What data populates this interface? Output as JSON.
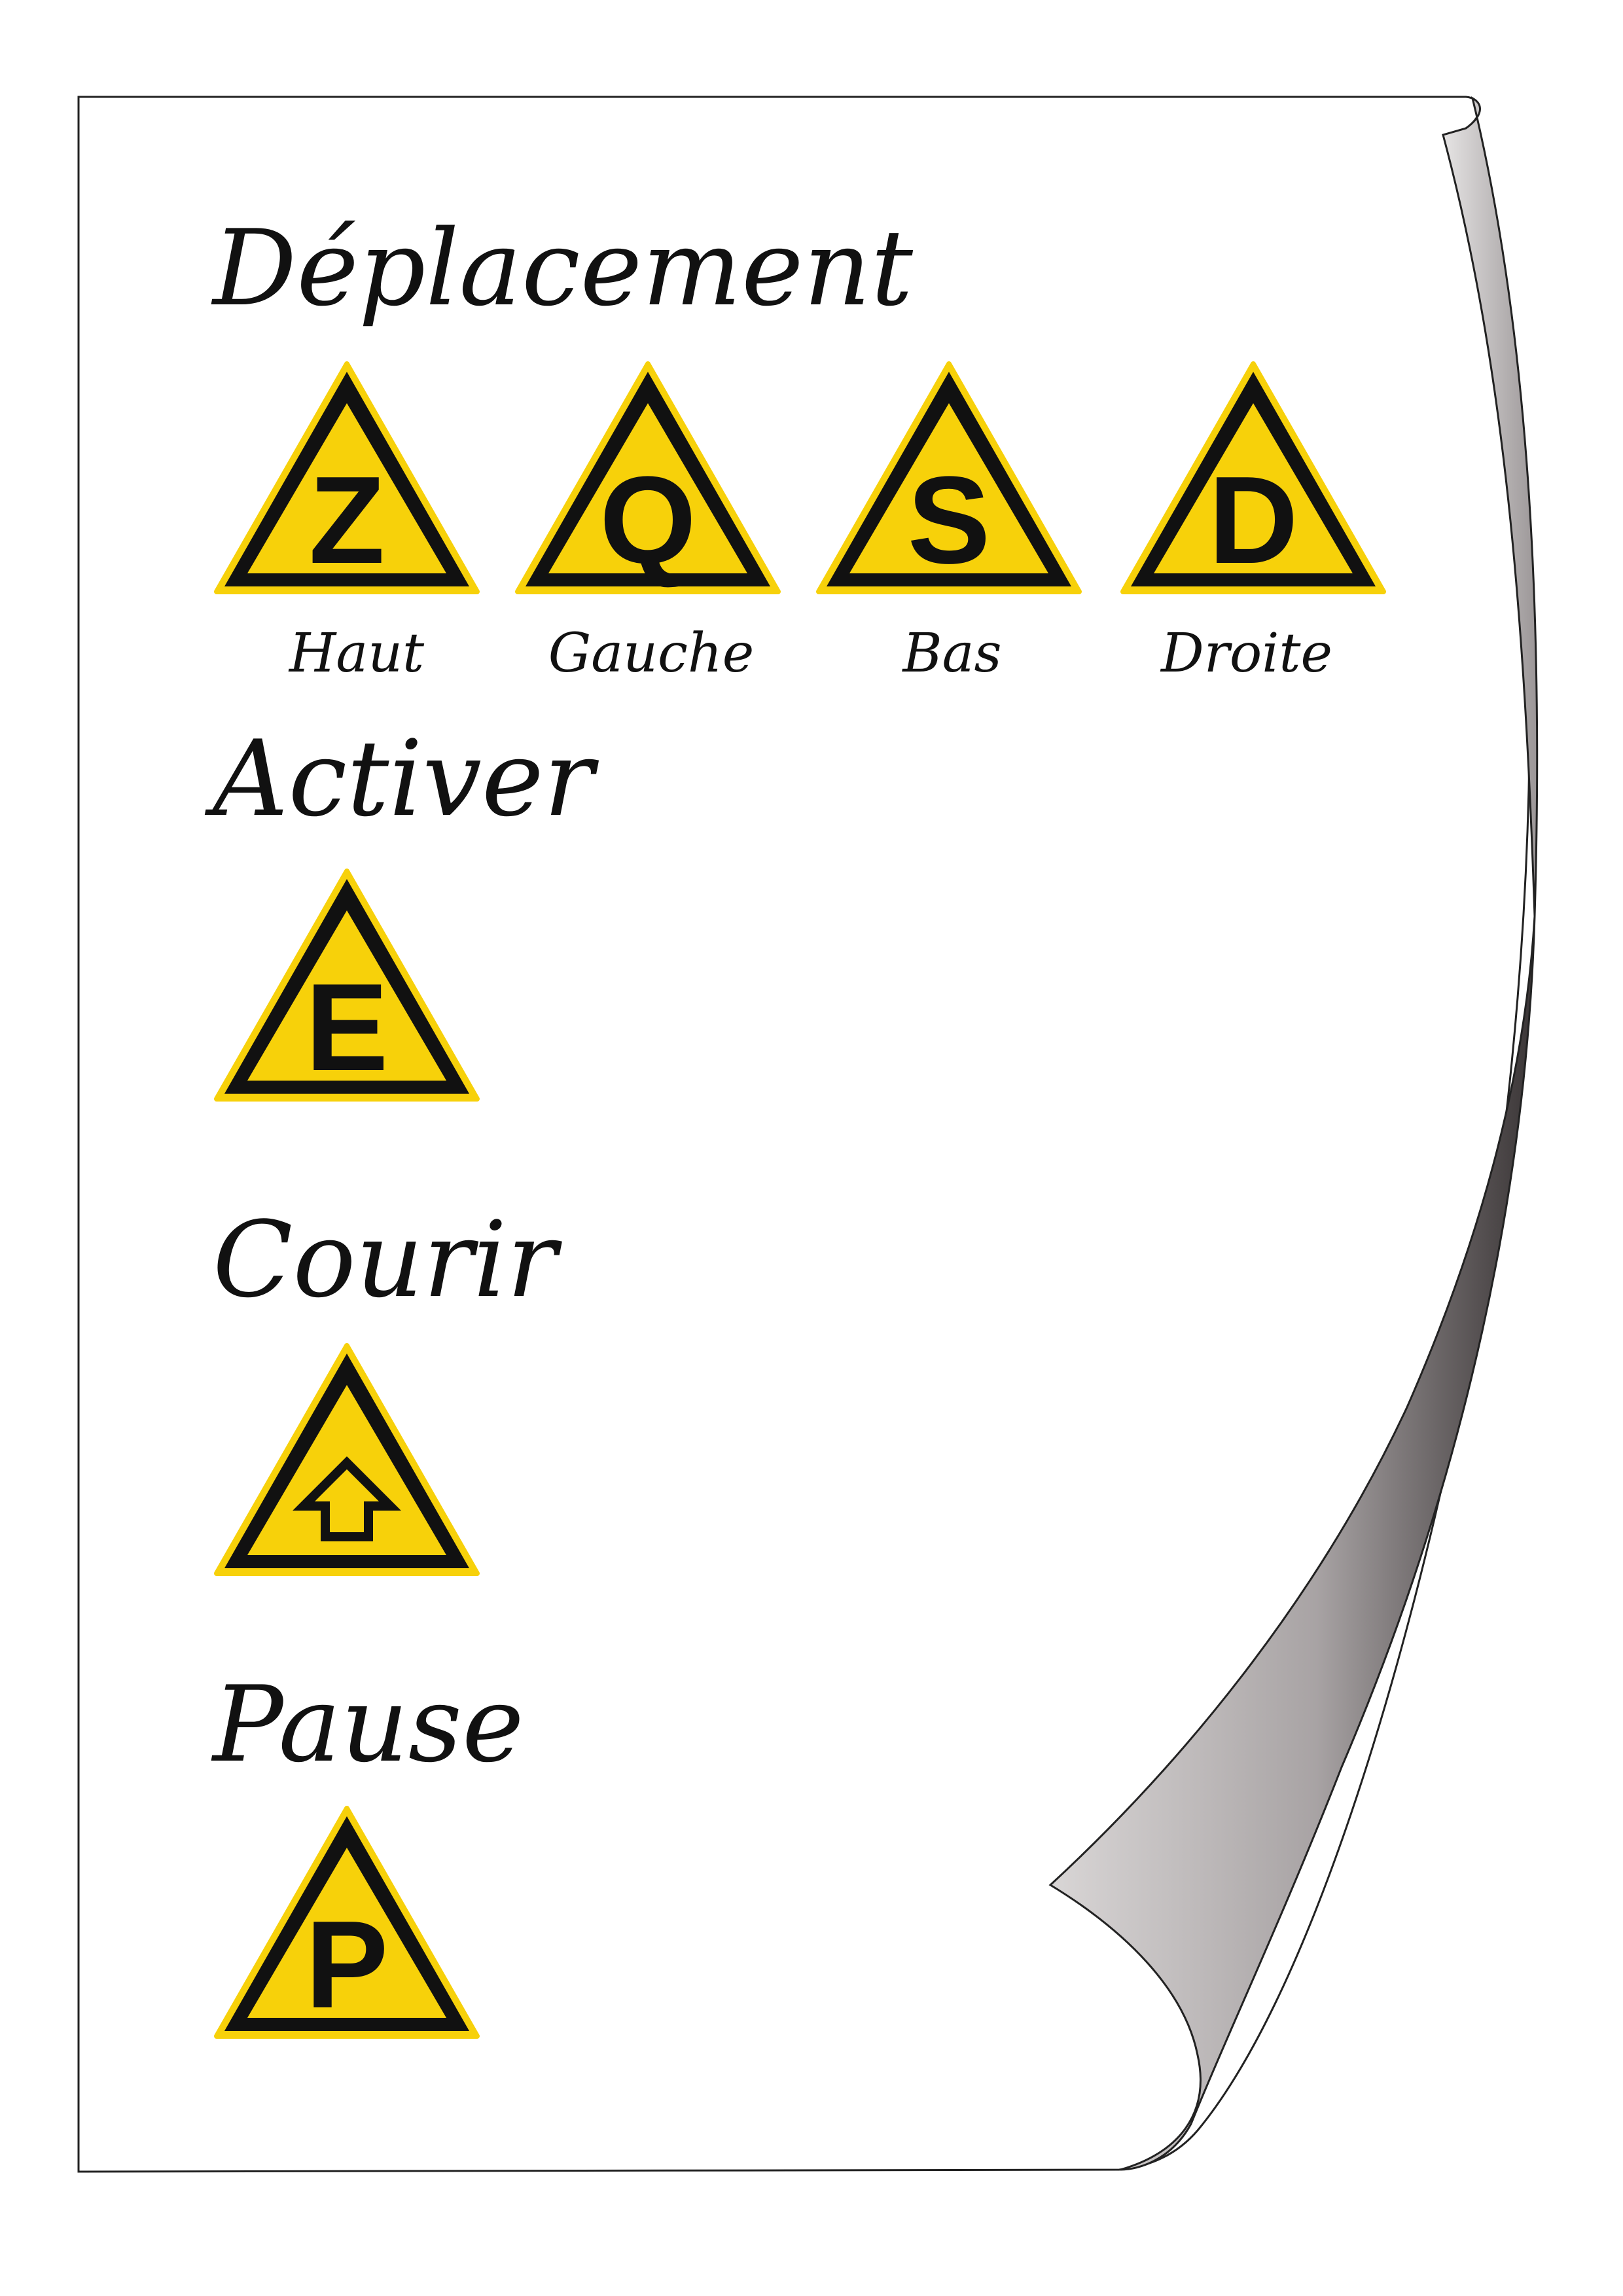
{
  "colors": {
    "sign_fill": "#f7d10a",
    "sign_border": "#111111",
    "paper": "#ffffff",
    "curl_shadow": "#6f6a6b"
  },
  "sections": {
    "deplacement": {
      "title": "Déplacement",
      "keys": [
        {
          "key": "Z",
          "label": "Haut"
        },
        {
          "key": "Q",
          "label": "Gauche"
        },
        {
          "key": "S",
          "label": "Bas"
        },
        {
          "key": "D",
          "label": "Droite"
        }
      ]
    },
    "activer": {
      "title": "Activer",
      "key": "E"
    },
    "courir": {
      "title": "Courir",
      "icon": "shift-arrow-up-icon"
    },
    "pause": {
      "title": "Pause",
      "key": "P"
    }
  }
}
